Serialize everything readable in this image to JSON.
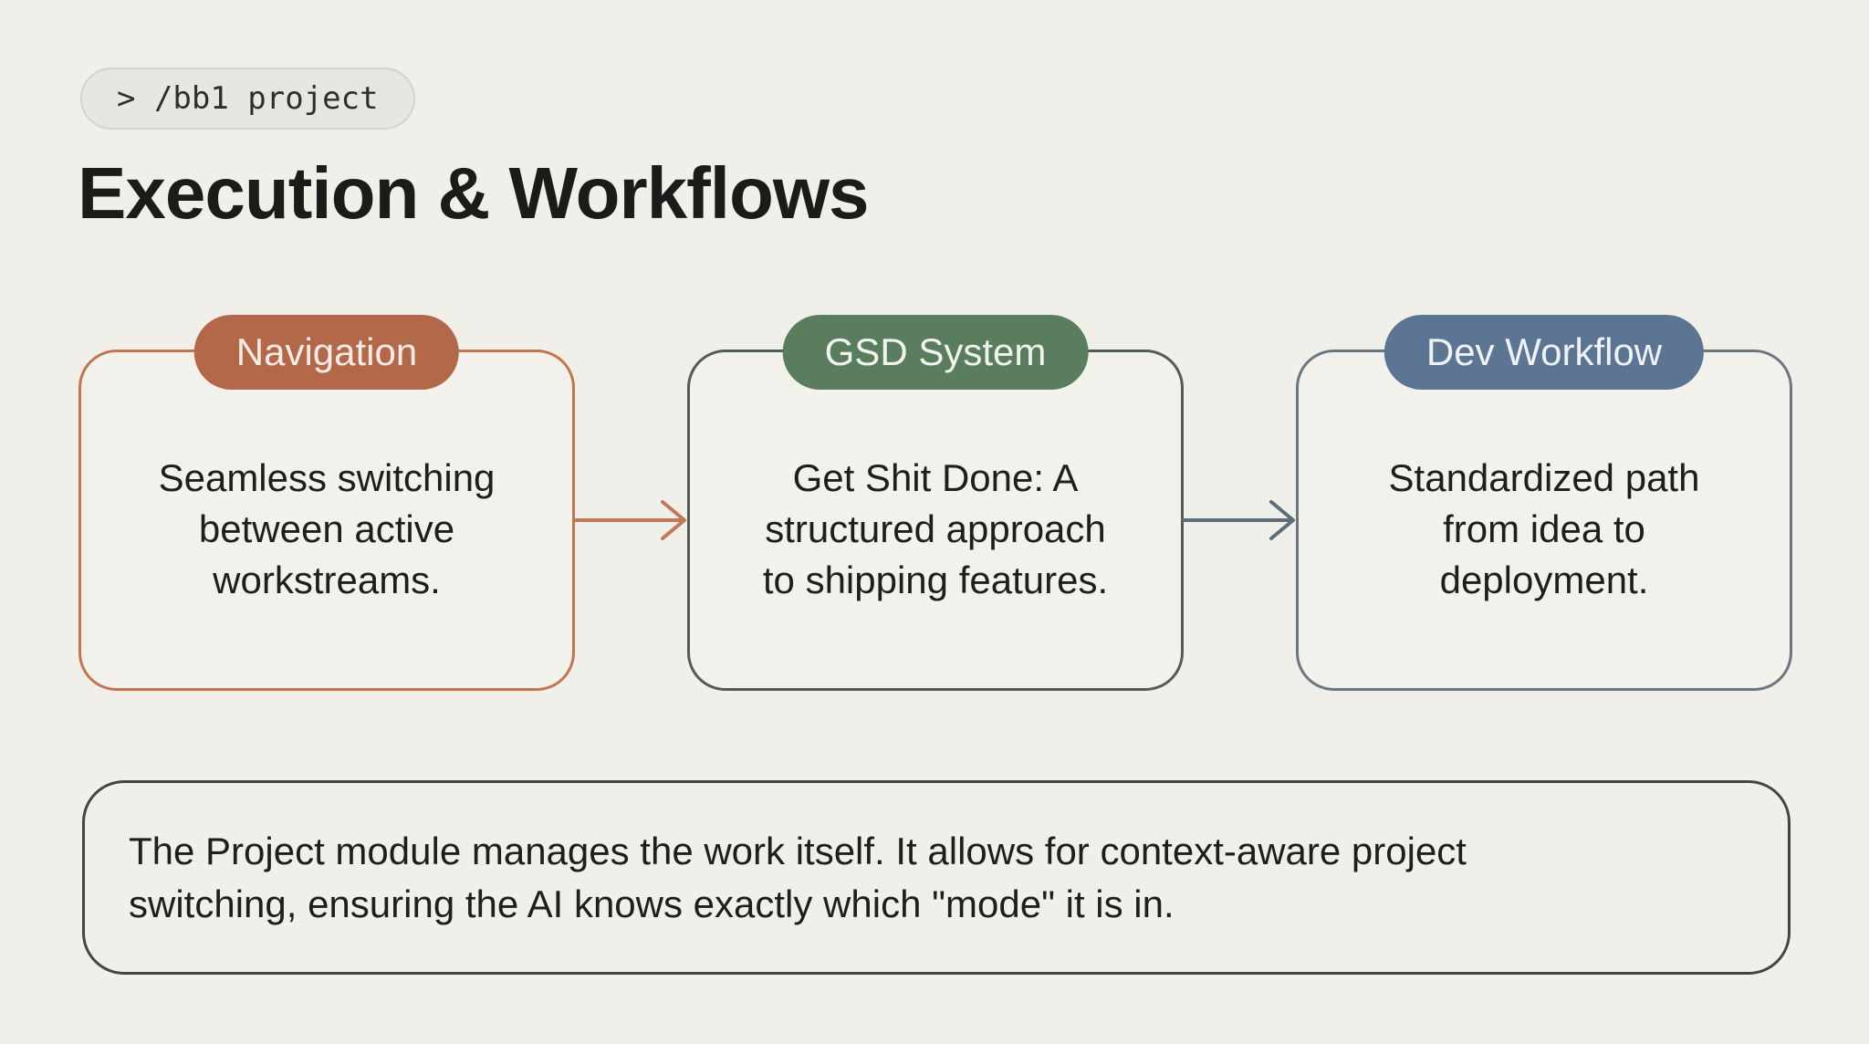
{
  "page": {
    "background_color": "#f1efe9",
    "text_color": "#1e1e1c"
  },
  "badge": {
    "text": "> /bb1 project",
    "background_color": "#e8e6e0",
    "border_color": "#d5d3cb"
  },
  "title": "Execution & Workflows",
  "cards": [
    {
      "label": "Navigation",
      "description": "Seamless switching between active workstreams.",
      "pill_color": "#b4684a",
      "pill_text_color": "#f6ece5",
      "border_color": "#c1764f"
    },
    {
      "label": "GSD System",
      "description": "Get Shit Done: A structured approach to shipping features.",
      "pill_color": "#5a7d5d",
      "pill_text_color": "#f1f4ee",
      "border_color": "#515c54"
    },
    {
      "label": "Dev Workflow",
      "description": "Standardized path from idea to deployment.",
      "pill_color": "#5c7593",
      "pill_text_color": "#eff2f6",
      "border_color": "#6b7681"
    }
  ],
  "arrows": [
    {
      "color": "#c07a5b"
    },
    {
      "color": "#5f6d7a"
    }
  ],
  "note": {
    "border_color": "#404547",
    "lines": [
      "The Project module manages the work itself. It allows for context-aware project",
      "switching, ensuring the AI knows exactly which \"mode\" it is in."
    ]
  }
}
